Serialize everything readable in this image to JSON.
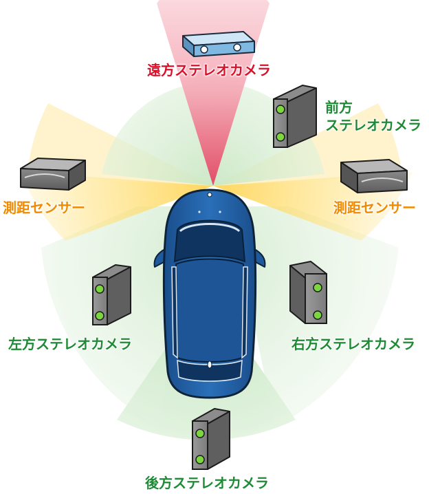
{
  "labels": {
    "far_stereo_camera": "遠方ステレオカメラ",
    "front_stereo_camera_line1": "前方",
    "front_stereo_camera_line2": "ステレオカメラ",
    "ranging_sensor_left": "測距センサー",
    "ranging_sensor_right": "測距センサー",
    "left_stereo_camera": "左方ステレオカメラ",
    "right_stereo_camera": "右方ステレオカメラ",
    "rear_stereo_camera": "後方ステレオカメラ"
  },
  "colors": {
    "far_camera_label": "#d8102a",
    "stereo_camera_label": "#1e8a35",
    "ranging_sensor_label": "#f08a00",
    "car_body": "#1f5a9e",
    "far_field": "#e8405a",
    "camera_field": "#9fd39a",
    "sensor_field": "#ffd24a"
  },
  "icons": [
    "far-stereo-camera-icon",
    "front-stereo-camera-icon",
    "left-ranging-sensor-icon",
    "right-ranging-sensor-icon",
    "left-stereo-camera-icon",
    "right-stereo-camera-icon",
    "rear-stereo-camera-icon",
    "car-icon"
  ]
}
